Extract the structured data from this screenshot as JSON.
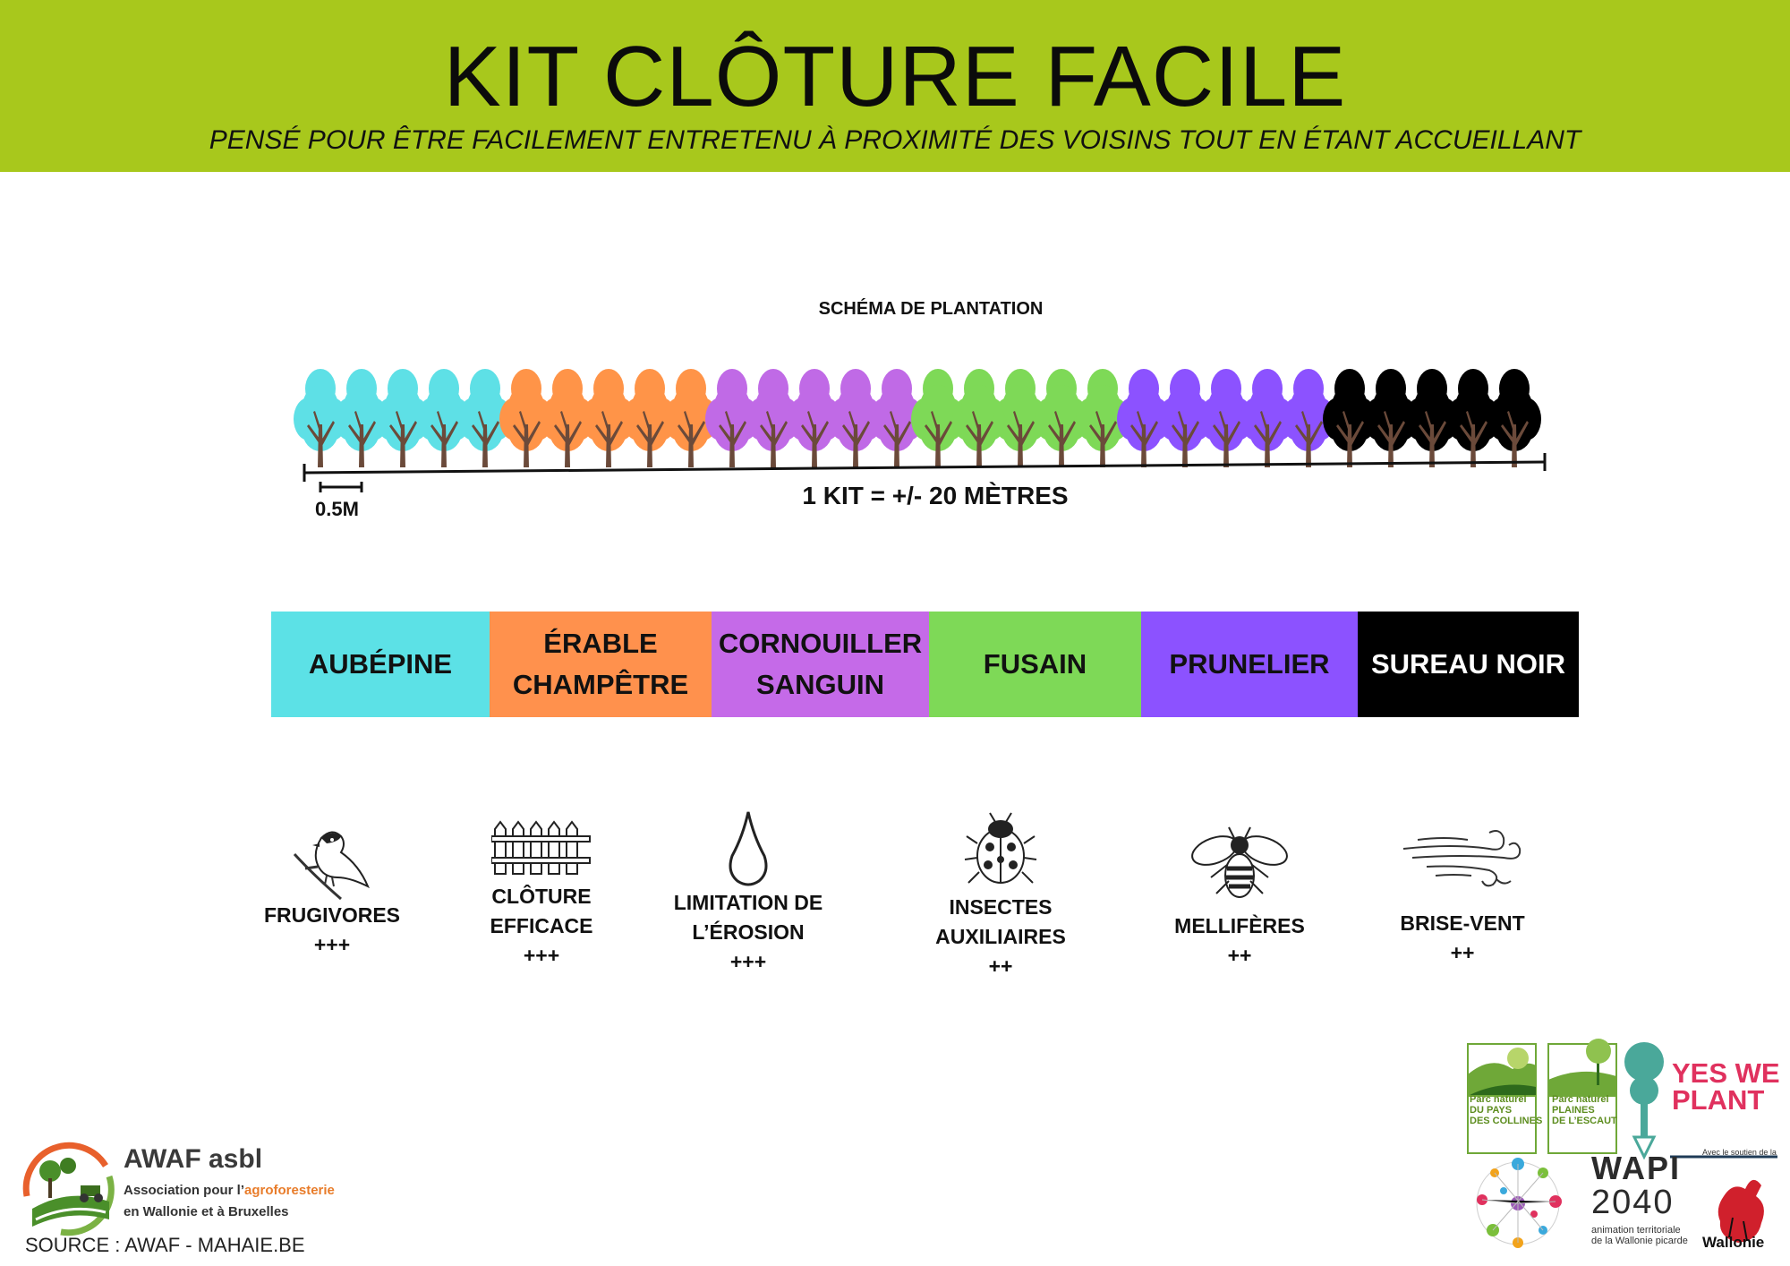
{
  "header": {
    "title": "KIT CLÔTURE FACILE",
    "subtitle": "PENSÉ POUR ÊTRE FACILEMENT ENTRETENU À PROXIMITÉ DES VOISINS TOUT EN ÉTANT ACCUEILLANT",
    "color": "#a8c81c"
  },
  "schema": {
    "title": "SCHÉMA DE PLANTATION",
    "scale_label": "0.5M",
    "kit_length": "1 KIT = +/- 20 MÈTRES",
    "tree_groups": [
      {
        "color": "#5ee0e6",
        "count": 5
      },
      {
        "color": "#ff9448",
        "count": 5
      },
      {
        "color": "#c06ae6",
        "count": 5
      },
      {
        "color": "#7ed957",
        "count": 5
      },
      {
        "color": "#8c52ff",
        "count": 5
      },
      {
        "color": "#000000",
        "count": 5
      }
    ]
  },
  "species": [
    {
      "name": "AUBÉPINE",
      "color": "#5ce1e6",
      "text_color": "#111111"
    },
    {
      "name": "ÉRABLE\nCHAMPÊTRE",
      "color": "#ff914d",
      "text_color": "#111111"
    },
    {
      "name": "CORNOUILLER\nSANGUIN",
      "color": "#c56ae8",
      "text_color": "#111111"
    },
    {
      "name": "FUSAIN",
      "color": "#7ed957",
      "text_color": "#111111"
    },
    {
      "name": "PRUNELIER",
      "color": "#8c52ff",
      "text_color": "#111111"
    },
    {
      "name": "SUREAU NOIR",
      "color": "#000000",
      "text_color": "#ffffff"
    }
  ],
  "benefits": [
    {
      "icon": "bird-icon",
      "label": "FRUGIVORES",
      "rating": "+++"
    },
    {
      "icon": "fence-icon",
      "label": "CLÔTURE\nEFFICACE",
      "rating": "+++"
    },
    {
      "icon": "water-drop-icon",
      "label": "LIMITATION DE\nL’ÉROSION",
      "rating": "+++"
    },
    {
      "icon": "ladybug-icon",
      "label": "INSECTES\nAUXILIAIRES",
      "rating": "++"
    },
    {
      "icon": "bee-icon",
      "label": "MELLIFÈRES",
      "rating": "++"
    },
    {
      "icon": "wind-icon",
      "label": "BRISE-VENT",
      "rating": "++"
    }
  ],
  "footer": {
    "awaf_name": "AWAF asbl",
    "awaf_line1_a": "Association pour l’",
    "awaf_line1_b": "agroforesterie",
    "awaf_line2": "en Wallonie et à Bruxelles",
    "source": "SOURCE : AWAF - MAHAIE.BE",
    "partner1": [
      "Parc naturel",
      "DU PAYS",
      "DES COLLINES"
    ],
    "partner2": [
      "Parc naturel",
      "PLAINES",
      "DE L’ESCAUT"
    ],
    "yes_we_plant": [
      "YES WE",
      "PLANT"
    ],
    "wapi": "WAPI",
    "wapi_year": "2040",
    "wapi_sub": [
      "animation territoriale",
      "de la Wallonie picarde"
    ],
    "avec": "Avec le soutien de la",
    "wallonie": "Wallonie"
  }
}
